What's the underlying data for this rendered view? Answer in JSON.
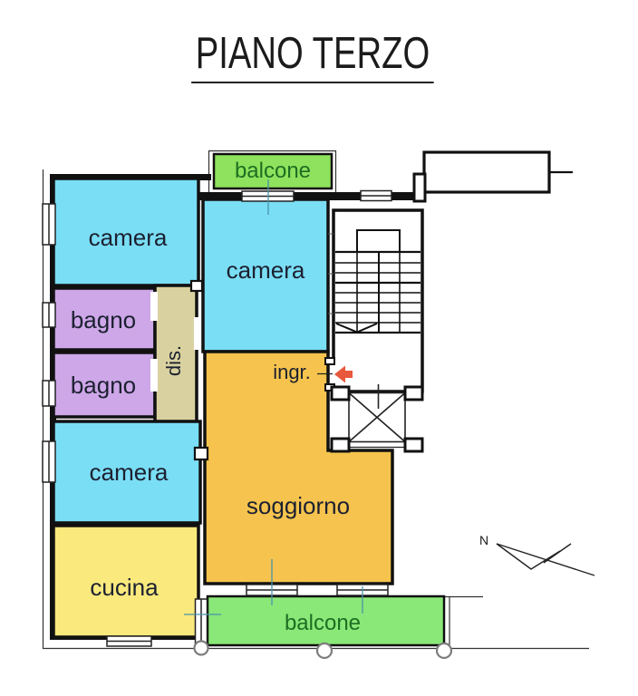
{
  "title": "PIANO TERZO",
  "rooms": {
    "balcone_top": {
      "label": "balcone"
    },
    "camera_nw": {
      "label": "camera"
    },
    "camera_center": {
      "label": "camera"
    },
    "bagno_upper": {
      "label": "bagno"
    },
    "bagno_lower": {
      "label": "bagno"
    },
    "dis": {
      "label": "dis."
    },
    "ingresso": {
      "label": "ingr."
    },
    "camera_sw": {
      "label": "camera"
    },
    "soggiorno": {
      "label": "soggiorno"
    },
    "cucina": {
      "label": "cucina"
    },
    "balcone_bottom": {
      "label": "balcone"
    }
  },
  "compass": {
    "label": "N"
  },
  "colors": {
    "camera": "#7ade f5",
    "camera_fixed": "#7adef5",
    "bagno": "#cda7e8",
    "disimpegno": "#d9d2a0",
    "soggiorno": "#f6c44e",
    "cucina": "#fae97d",
    "balcone_top": "#8ee25d",
    "balcone_bottom": "#8ae878",
    "wall": "#111111",
    "label": "#1c2030",
    "balcone_label": "#1d6e22",
    "entry_arrow": "#e8583c",
    "door_tick": "#4a93a8"
  }
}
